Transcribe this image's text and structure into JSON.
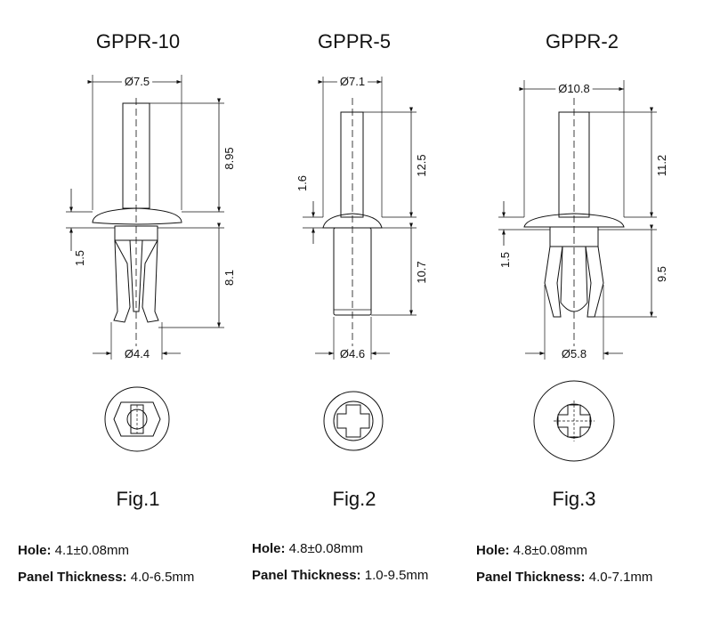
{
  "parts": [
    {
      "title": "GPPR-10",
      "fig": "Fig.1",
      "dims": {
        "head_d": "Ø7.5",
        "shaft_len": "8.95",
        "head_h": "1.5",
        "leg_len": "8.1",
        "leg_d": "Ø4.4"
      },
      "hole_label": "Hole:",
      "hole_value": "4.1±0.08mm",
      "panel_label": "Panel Thickness:",
      "panel_value": "4.0-6.5mm"
    },
    {
      "title": "GPPR-5",
      "fig": "Fig.2",
      "dims": {
        "head_d": "Ø7.1",
        "shaft_len": "12.5",
        "head_h": "1.6",
        "leg_len": "10.7",
        "leg_d": "Ø4.6"
      },
      "hole_label": "Hole:",
      "hole_value": "4.8±0.08mm",
      "panel_label": "Panel Thickness:",
      "panel_value": "1.0-9.5mm"
    },
    {
      "title": "GPPR-2",
      "fig": "Fig.3",
      "dims": {
        "head_d": "Ø10.8",
        "shaft_len": "11.2",
        "head_h": "1.5",
        "leg_len": "9.5",
        "leg_d": "Ø5.8"
      },
      "hole_label": "Hole:",
      "hole_value": "4.8±0.08mm",
      "panel_label": "Panel Thickness:",
      "panel_value": "4.0-7.1mm"
    }
  ]
}
